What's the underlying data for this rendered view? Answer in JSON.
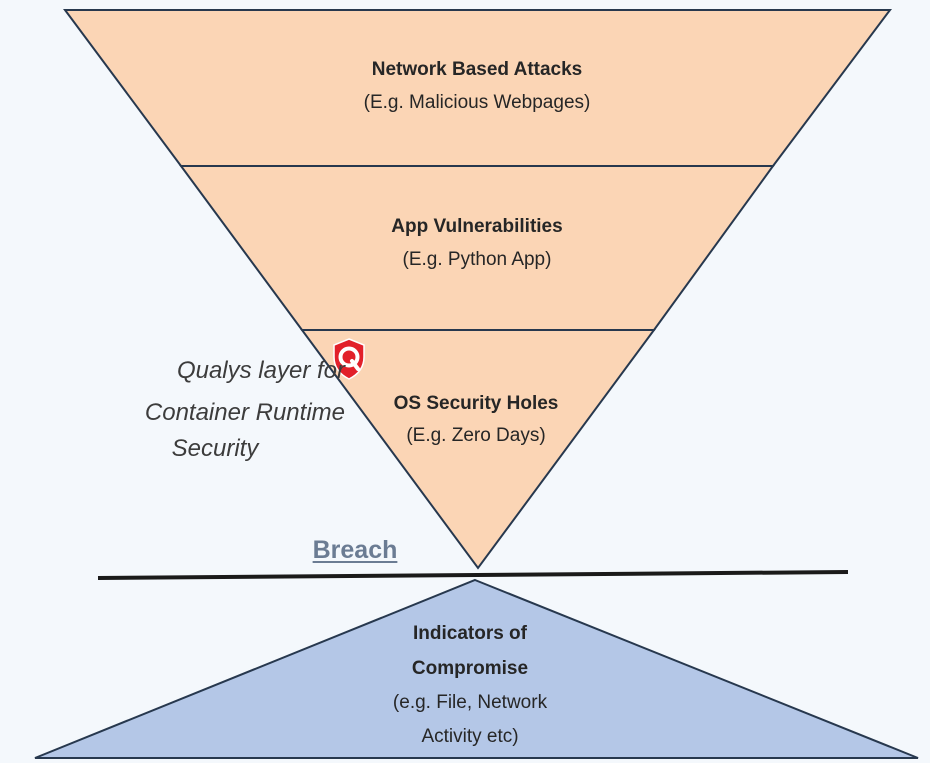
{
  "layers": [
    {
      "title": "Network Based Attacks",
      "example": "(E.g. Malicious Webpages)"
    },
    {
      "title": "App Vulnerabilities",
      "example": "(E.g. Python App)"
    },
    {
      "title": "OS Security Holes",
      "example": "(E.g. Zero Days)"
    }
  ],
  "qualys_note": {
    "line1": "Qualys layer for",
    "line2": "Container Runtime",
    "line3": "Security",
    "badge_icon": "qualys-shield-icon"
  },
  "breach_label": "Breach",
  "ioc": {
    "line1": "Indicators of",
    "line2": "Compromise",
    "line3": "(e.g. File, Network",
    "line4": "Activity etc)"
  },
  "colors": {
    "funnel_fill": "#fbd5b5",
    "ioc_fill": "#b4c7e7",
    "outline": "#27384e",
    "breach_text": "#6b7c93",
    "badge_red": "#e2202a",
    "background": "#f4f8fc"
  }
}
